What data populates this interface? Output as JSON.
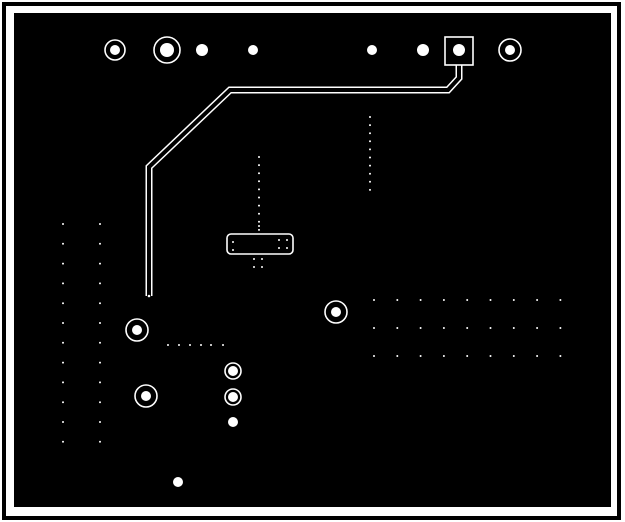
{
  "board": {
    "background_color": "#000000",
    "copper_color": "#ffffff",
    "frame_color": "#ffffff"
  },
  "feature_kinds": [
    "pad-ring",
    "pad-solid",
    "square-pad",
    "trace",
    "via",
    "component-outline"
  ]
}
